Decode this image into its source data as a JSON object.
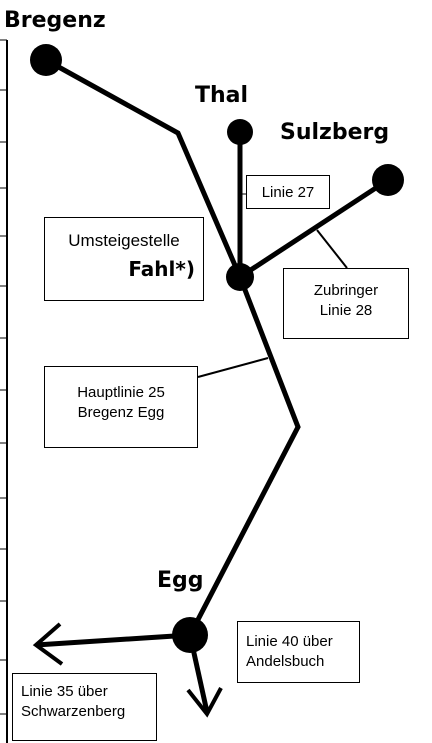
{
  "stops": {
    "bregenz": "Bregenz",
    "thal": "Thal",
    "sulzberg": "Sulzberg",
    "egg": "Egg"
  },
  "labels": {
    "linie27": "Linie 27",
    "umsteige_line1": "Umsteigestelle",
    "umsteige_line2": "Fahl*)",
    "zubringer_line1": "Zubringer",
    "zubringer_line2": "Linie 28",
    "hauptlinie_line1": "Hauptlinie 25",
    "hauptlinie_line2": "Bregenz Egg",
    "linie40_line1": "Linie 40 über",
    "linie40_line2": "Andelsbuch",
    "linie35_line1": "Linie 35 über",
    "linie35_line2": "Schwarzenberg"
  },
  "colors": {
    "line": "#000000",
    "stop": "#000000",
    "background": "#ffffff"
  }
}
